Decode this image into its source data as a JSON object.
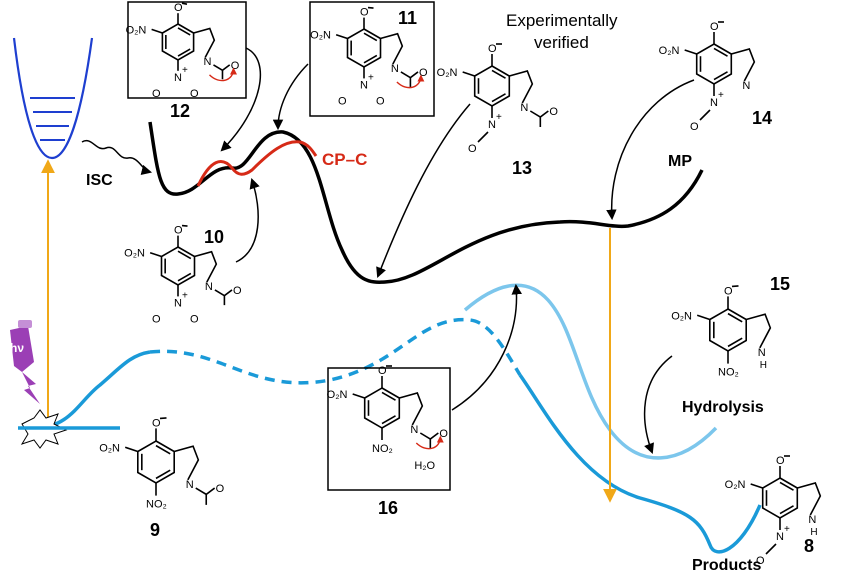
{
  "compounds": {
    "c8": "8",
    "c9": "9",
    "c10": "10",
    "c11": "11",
    "c12": "12",
    "c13": "13",
    "c14": "14",
    "c15": "15",
    "c16": "16"
  },
  "labels": {
    "isc": "ISC",
    "cp_c": "CP–C",
    "mp": "MP",
    "experimental_line1": "Experimentally",
    "experimental_line2": "verified",
    "hydrolysis": "Hydrolysis",
    "products": "Products",
    "hv": "hν"
  },
  "atoms": {
    "o2n": "O₂N",
    "no2": "NO₂",
    "n": "N",
    "nh": "N\nH",
    "h": "H",
    "o": "O",
    "h2o": "H₂O",
    "plus": "+",
    "minus": "–"
  },
  "colors": {
    "triplet_curve": "#000000",
    "cp_c_curve": "#d62a17",
    "ground_curve": "#1a9ad8",
    "hydrolysis_curve": "#7cc6ec",
    "excitation_arrow": "#f0a818",
    "well_levels": "#1e3fd0",
    "lamp": "#9b3fb5"
  }
}
